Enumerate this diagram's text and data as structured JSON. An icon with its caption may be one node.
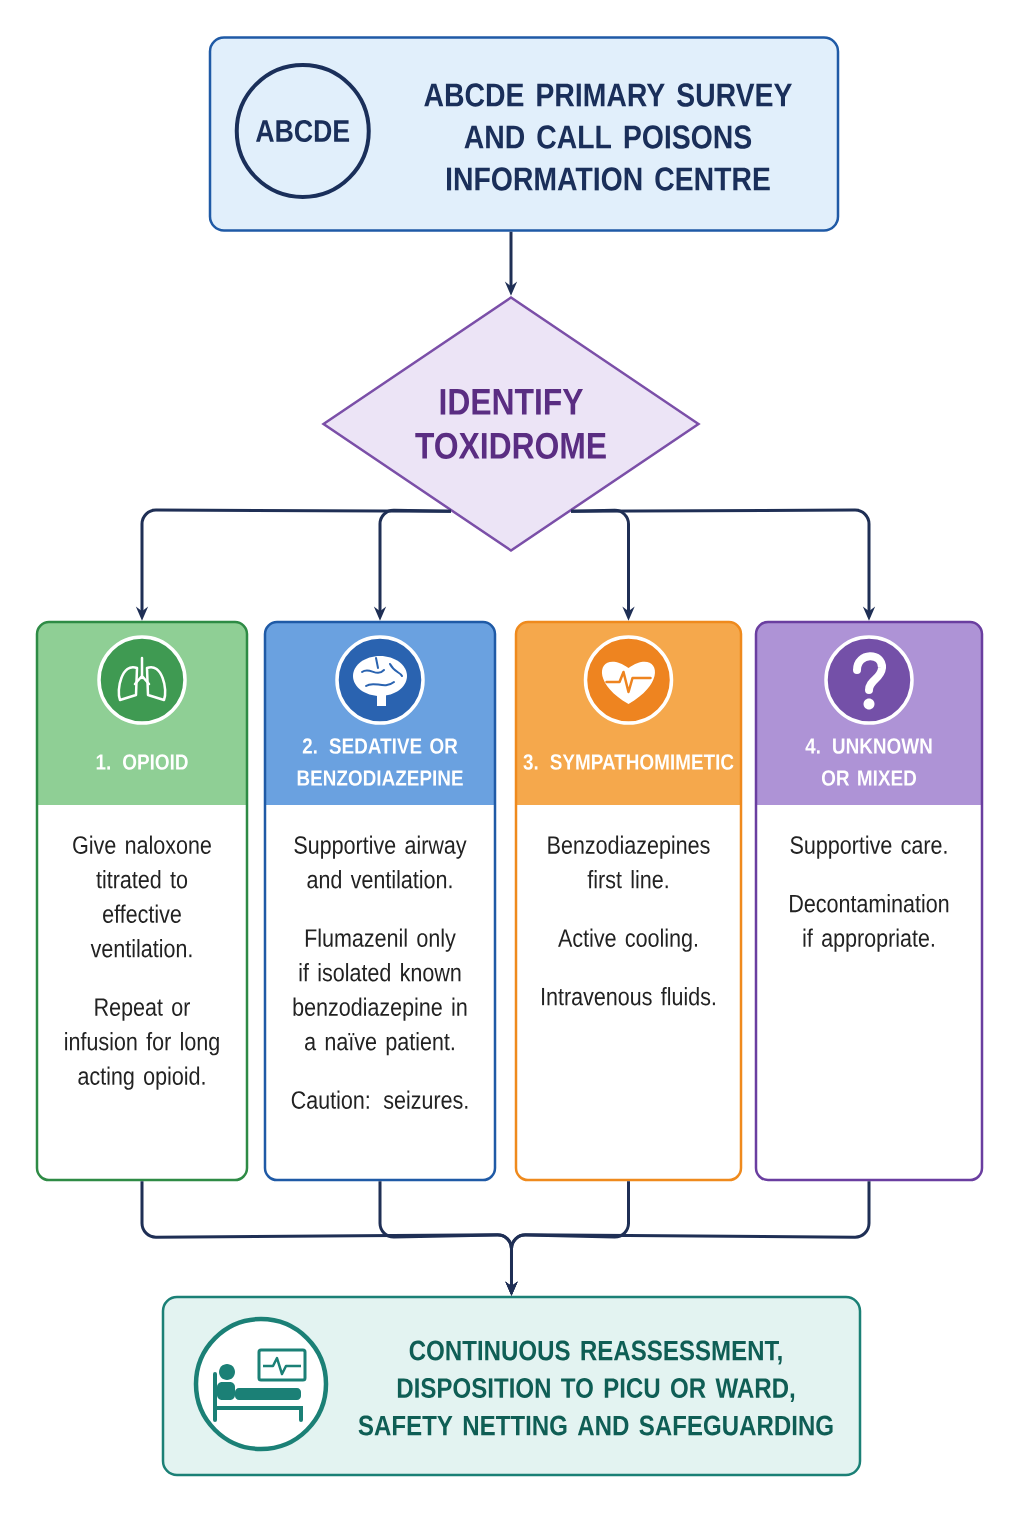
{
  "diagram": {
    "nodes": [
      {
        "text": [
          "ABCDE PRIMARY SURVEY AND CALL POISONS INFORMATION CENTRE"
        ]
      },
      {
        "text": [
          "ABCDE"
        ],
        "in": 0
      },
      {
        "text": [
          "IDENTIFY TOXIDROME"
        ]
      },
      {
        "text": [
          "1. OPIOID",
          "Give naloxone titrated to effective ventilation.",
          "Repeat or infusion for long acting opioid."
        ]
      },
      {
        "text": [
          "2. SEDATIVE OR BENZODIAZEPINE",
          "Supportive airway and ventilation.",
          "Flumazenil only if isolated known benzodiazepine in a naïve patient.",
          "Caution: seizures."
        ]
      },
      {
        "text": [
          "3. SYMPATHOMIMETIC",
          "Benzodiazepines first line.",
          "Active cooling.",
          "Intravenous fluids."
        ]
      },
      {
        "text": [
          "4. UNKNOWN OR MIXED",
          "Supportive care.",
          "Decontamination if appropriate."
        ]
      },
      {
        "text": [
          "CONTINUOUS REASSESSMENT, DISPOSITION TO PICU OR WARD, SAFETY NETTING AND SAFEGUARDING"
        ]
      }
    ],
    "edges": [
      {
        "from": 0,
        "to": 2,
        "arrow": "to"
      },
      {
        "from": 2,
        "to": 3,
        "arrow": "to"
      },
      {
        "from": 2,
        "to": 4,
        "arrow": "to"
      },
      {
        "from": 2,
        "to": 5,
        "arrow": "to"
      },
      {
        "from": 2,
        "to": 6,
        "arrow": "to"
      },
      {
        "from": 3,
        "to": 7,
        "arrow": "to"
      },
      {
        "from": 4,
        "to": 7,
        "arrow": "to"
      },
      {
        "from": 5,
        "to": 7,
        "arrow": "to"
      },
      {
        "from": 6,
        "to": 7,
        "arrow": "to"
      }
    ]
  }
}
